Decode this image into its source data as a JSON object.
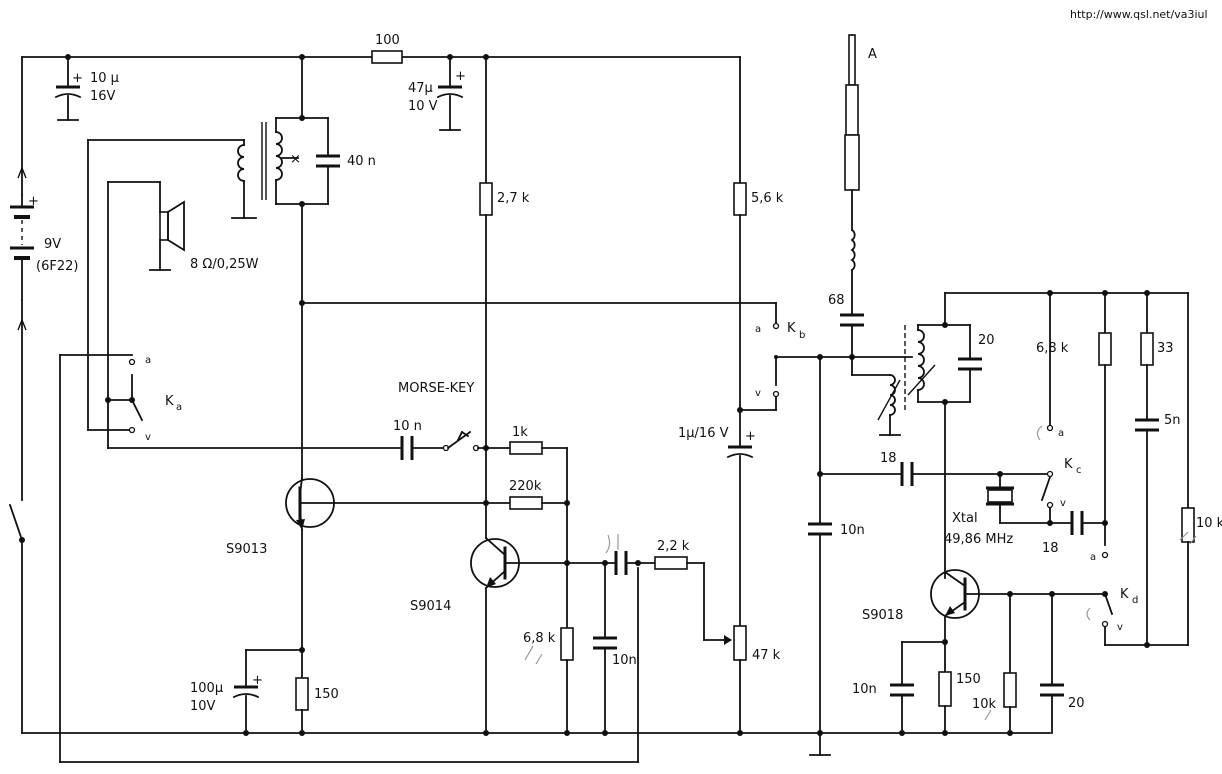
{
  "header": {
    "url": "http://www.qsl.net/va3iul"
  },
  "antenna": {
    "label": "A"
  },
  "labels": {
    "r100": "100",
    "c10u_val": "10 µ",
    "c10u_volt": "16V",
    "c47u_val": "47µ",
    "c47u_volt": "10 V",
    "c40n": "40 n",
    "battery_volt": "9V",
    "battery_type": "(6F22)",
    "speaker": "8 Ω/0,25W",
    "r27k": "2,7 k",
    "r56k": "5,6 k",
    "c68": "68",
    "c20_top": "20",
    "r68k_right": "6,8 k",
    "r33": "33",
    "c5n": "5n",
    "c18_a": "18",
    "c18_b": "18",
    "xtal": "Xtal",
    "xtal_freq": "49,86 MHz",
    "r10k_right": "10 k",
    "morse_key": "MORSE-KEY",
    "c10n_key": "10 n",
    "r1k": "1k",
    "r220k": "220k",
    "c1u": "1µ/16 V",
    "r22k": "2,2 k",
    "pot47k": "47 k",
    "q1": "S9013",
    "q2": "S9014",
    "q3": "S9018",
    "r68k_bottom": "6,8 k",
    "c10n_mid": "10n",
    "c10n_center": "10n",
    "c100u_val": "100µ",
    "c100u_volt": "10V",
    "r150_left": "150",
    "c10n_bottom": "10n",
    "r150_right": "150",
    "r10k_bottom": "10k",
    "c20_bottom": "20"
  },
  "switches": {
    "ka": {
      "name": "K",
      "sub": "a",
      "pos_a": "a",
      "pos_v": "v"
    },
    "kb": {
      "name": "K",
      "sub": "b",
      "pos_a": "a",
      "pos_v": "v"
    },
    "kc": {
      "name": "K",
      "sub": "c",
      "pos_a": "a",
      "pos_v": "v"
    },
    "kd": {
      "name": "K",
      "sub": "d",
      "pos_a": "a",
      "pos_v": "v"
    }
  }
}
